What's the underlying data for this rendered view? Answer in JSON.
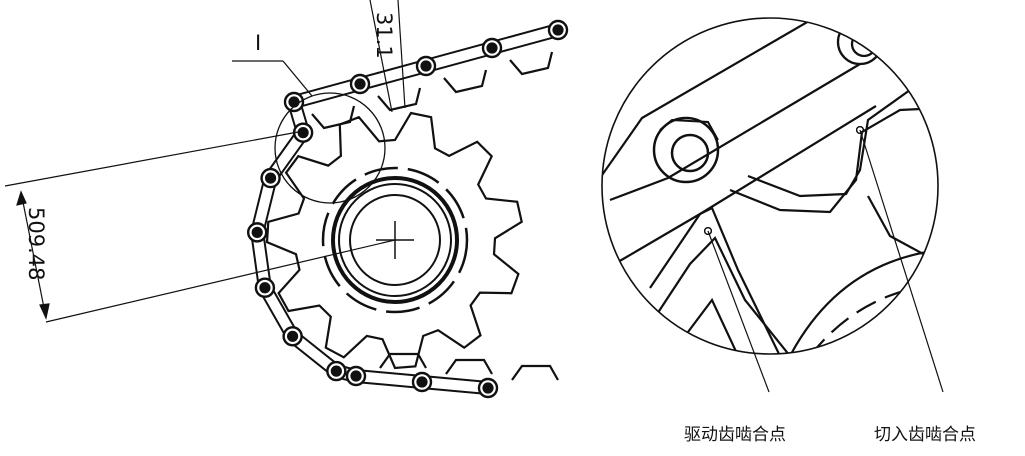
{
  "figure": {
    "detail_marker": "I",
    "dim_distance": "509.48",
    "dim_pitch": "31.1",
    "label_drive_point": "驱动齿啮合点",
    "label_cutin_point": "切入齿啮合点"
  }
}
